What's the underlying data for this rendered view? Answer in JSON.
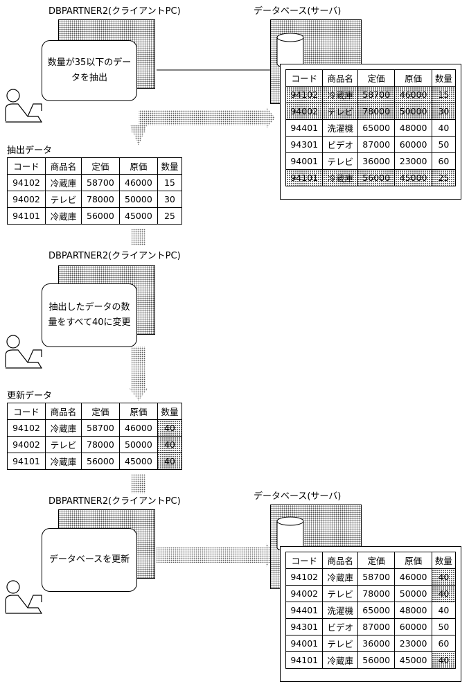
{
  "client_label": "DBPARTNER2(クライアントPC)",
  "server_label": "データベース(サーバ)",
  "step1_screen": [
    "数量が35以下のデー",
    "タを抽出"
  ],
  "step2_screen": [
    "抽出したデータの数",
    "量をすべて40に変更"
  ],
  "step3_screen": [
    "データベースを更新"
  ],
  "extracted_title": "抽出データ",
  "updated_title": "更新データ",
  "headers": [
    "コード",
    "商品名",
    "定価",
    "原価",
    "数量"
  ],
  "server_before": [
    [
      "94102",
      "冷蔵庫",
      "58700",
      "46000",
      "15"
    ],
    [
      "94002",
      "テレビ",
      "78000",
      "50000",
      "30"
    ],
    [
      "94401",
      "洗濯機",
      "65000",
      "48000",
      "40"
    ],
    [
      "94301",
      "ビデオ",
      "87000",
      "60000",
      "50"
    ],
    [
      "94001",
      "テレビ",
      "36000",
      "23000",
      "60"
    ],
    [
      "94101",
      "冷蔵庫",
      "56000",
      "45000",
      "25"
    ]
  ],
  "extracted": [
    [
      "94102",
      "冷蔵庫",
      "58700",
      "46000",
      "15"
    ],
    [
      "94002",
      "テレビ",
      "78000",
      "50000",
      "30"
    ],
    [
      "94101",
      "冷蔵庫",
      "56000",
      "45000",
      "25"
    ]
  ],
  "updated": [
    [
      "94102",
      "冷蔵庫",
      "58700",
      "46000",
      "40"
    ],
    [
      "94002",
      "テレビ",
      "78000",
      "50000",
      "40"
    ],
    [
      "94101",
      "冷蔵庫",
      "56000",
      "45000",
      "40"
    ]
  ],
  "server_after": [
    [
      "94102",
      "冷蔵庫",
      "58700",
      "46000",
      "40"
    ],
    [
      "94002",
      "テレビ",
      "78000",
      "50000",
      "40"
    ],
    [
      "94401",
      "洗濯機",
      "65000",
      "48000",
      "40"
    ],
    [
      "94301",
      "ビデオ",
      "87000",
      "60000",
      "50"
    ],
    [
      "94001",
      "テレビ",
      "36000",
      "23000",
      "60"
    ],
    [
      "94101",
      "冷蔵庫",
      "56000",
      "45000",
      "40"
    ]
  ]
}
